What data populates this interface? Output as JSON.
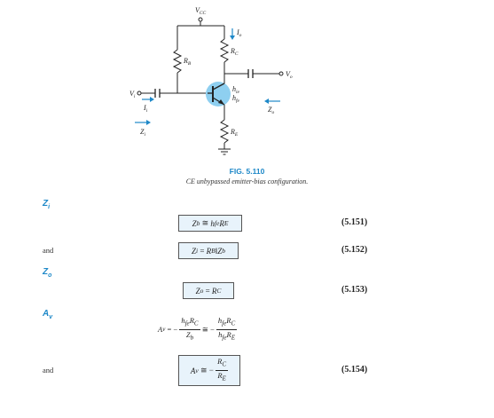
{
  "figure": {
    "labels": {
      "vcc": "V",
      "vcc_sub": "CC",
      "io": "I",
      "io_sub": "o",
      "rc": "R",
      "rc_sub": "C",
      "rb": "R",
      "rb_sub": "B",
      "vo": "V",
      "vo_sub": "o",
      "vi": "V",
      "vi_sub": "i",
      "ii": "I",
      "ii_sub": "i",
      "zi": "Z",
      "zi_sub": "i",
      "zo": "Z",
      "zo_sub": "o",
      "hie": "h",
      "hie_sub": "ie",
      "hfe": "h",
      "hfe_sub": "fe",
      "re": "R",
      "re_sub": "E"
    },
    "caption_title": "FIG. 5.110",
    "caption_subtitle": "CE unbypassed emitter-bias configuration."
  },
  "sections": {
    "zi_heading": "Z",
    "zi_heading_sub": "i",
    "zo_heading": "Z",
    "zo_heading_sub": "o",
    "av_heading": "A",
    "av_heading_sub": "v"
  },
  "equations": {
    "eq151": {
      "lhs": "Z",
      "lhs_sub": "b",
      "rel": "≅",
      "rhs": "h",
      "rhs_sub": "fe",
      "rhs2": "R",
      "rhs2_sub": "E",
      "number": "(5.151)"
    },
    "eq152": {
      "and": "and",
      "lhs": "Z",
      "lhs_sub": "i",
      "rel": "=",
      "rhs": "R",
      "rhs_sub": "B",
      "par": "‖",
      "rhs2": "Z",
      "rhs2_sub": "b",
      "number": "(5.152)"
    },
    "eq153": {
      "lhs": "Z",
      "lhs_sub": "o",
      "rel": "=",
      "rhs": "R",
      "rhs_sub": "C",
      "number": "(5.153)"
    },
    "av_derivation": {
      "lhs": "A",
      "lhs_sub": "v",
      "rel1": "= −",
      "num1": "h",
      "num1_sub": "fe",
      "num1b": "R",
      "num1b_sub": "C",
      "den1": "Z",
      "den1_sub": "b",
      "rel2": "≅ −",
      "num2": "h",
      "num2_sub": "fe",
      "num2b": "R",
      "num2b_sub": "C",
      "den2": "h",
      "den2_sub": "fe",
      "den2b": "R",
      "den2b_sub": "E"
    },
    "eq154": {
      "and": "and",
      "lhs": "A",
      "lhs_sub": "v",
      "rel": "≅ −",
      "num": "R",
      "num_sub": "C",
      "den": "R",
      "den_sub": "E",
      "number": "(5.154)"
    }
  },
  "colors": {
    "accent": "#1e88c8",
    "box_fill": "#e8f3fb",
    "transistor": "#8ecff0"
  }
}
